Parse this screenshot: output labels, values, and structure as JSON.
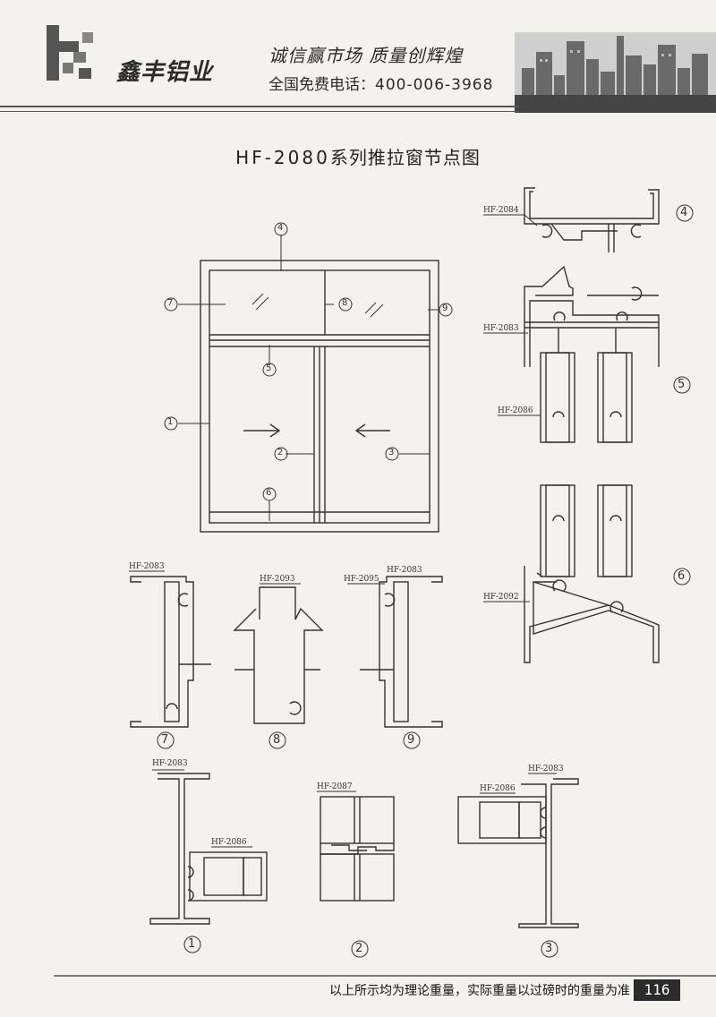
{
  "header": {
    "brand": "鑫丰铝业",
    "slogan": "诚信赢市场   质量创辉煌",
    "phone_label": "全国免费电话：",
    "phone_number": "400-006-3968"
  },
  "title_code": "HF-2080",
  "title_text": "系列推拉窗节点图",
  "callouts": {
    "n1": "1",
    "n2": "2",
    "n3": "3",
    "n4": "4",
    "n5": "5",
    "n6": "6",
    "n7": "7",
    "n8": "8",
    "n9": "9"
  },
  "profiles": {
    "hf2083": "HF-2083",
    "hf2084": "HF-2084",
    "hf2086": "HF-2086",
    "hf2087": "HF-2087",
    "hf2092": "HF-2092",
    "hf2093": "HF-2093",
    "hf2095": "HF-2095"
  },
  "footer": {
    "note": "以上所示均为理论重量，实际重量以过磅时的重量为准",
    "page": "116"
  },
  "colors": {
    "ink": "#333333",
    "paper": "#f3f2ef",
    "band": "#2b2b2b"
  }
}
